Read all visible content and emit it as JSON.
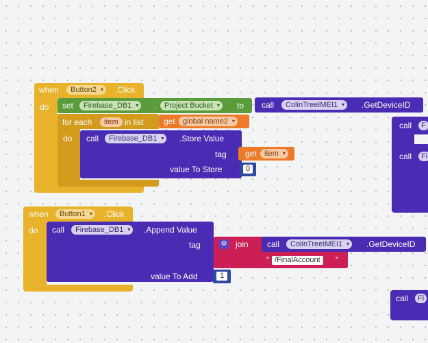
{
  "dropdown_caret": "▾",
  "event_block_1": {
    "when": "when",
    "component": "Button2",
    "event": ".Click",
    "do": "do"
  },
  "set_block": {
    "set": "set",
    "component": "Firebase_DB1",
    "dot": ".",
    "property": "Project Bucket",
    "to": "to"
  },
  "call_getdeviceid_1": {
    "call": "call",
    "component": "ColinTreeIMEI1",
    "method": ".GetDeviceID"
  },
  "for_each_block": {
    "for_each": "for each",
    "variable": "item",
    "in_list": "in list",
    "do": "do"
  },
  "get_global": {
    "get": "get",
    "name": "global name2"
  },
  "store_value_block": {
    "call": "call",
    "component": "Firebase_DB1",
    "method": ".Store Value",
    "tag_label": "tag",
    "value_label": "value To Store"
  },
  "get_item": {
    "get": "get",
    "name": "item"
  },
  "number_0": "0",
  "event_block_2": {
    "when": "when",
    "component": "Button1",
    "event": ".Click",
    "do": "do"
  },
  "append_value_block": {
    "call": "call",
    "component": "Firebase_DB1",
    "method": ".Append Value",
    "tag_label": "tag",
    "value_label": "value To Add"
  },
  "join_block": {
    "gear": "⚙",
    "join": "join"
  },
  "call_getdeviceid_2": {
    "call": "call",
    "component": "ColinTreeIMEI1",
    "method": ".GetDeviceID"
  },
  "text_string": {
    "quote_open": "\"",
    "value": "/FinalAccount",
    "quote_close": "\""
  },
  "number_1": "1",
  "right_blocks": [
    {
      "call": "call",
      "partial": "F"
    },
    {
      "call": "call",
      "partial": "Fi"
    },
    {
      "call": "call",
      "partial": "Fi"
    }
  ]
}
